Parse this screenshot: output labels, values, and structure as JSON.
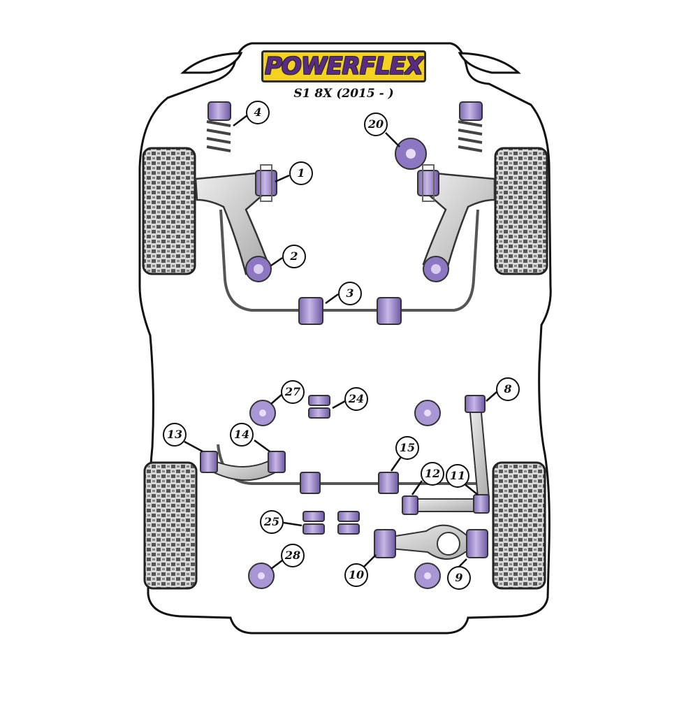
{
  "brand": {
    "logo_text": "POWERFLEX",
    "model": "S1 8X (2015 - )"
  },
  "colors": {
    "purple": "#9b86c9",
    "purple_dark": "#5b2a86",
    "logo_yellow": "#f4d21f",
    "steel": "#c9c9c9",
    "outline": "#2b2b2b"
  },
  "callouts": [
    {
      "label": "1"
    },
    {
      "label": "2"
    },
    {
      "label": "3"
    },
    {
      "label": "4"
    },
    {
      "label": "20"
    },
    {
      "label": "8"
    },
    {
      "label": "27"
    },
    {
      "label": "24"
    },
    {
      "label": "13"
    },
    {
      "label": "14"
    },
    {
      "label": "15"
    },
    {
      "label": "12"
    },
    {
      "label": "11"
    },
    {
      "label": "25"
    },
    {
      "label": "28"
    },
    {
      "label": "10"
    },
    {
      "label": "9"
    }
  ]
}
